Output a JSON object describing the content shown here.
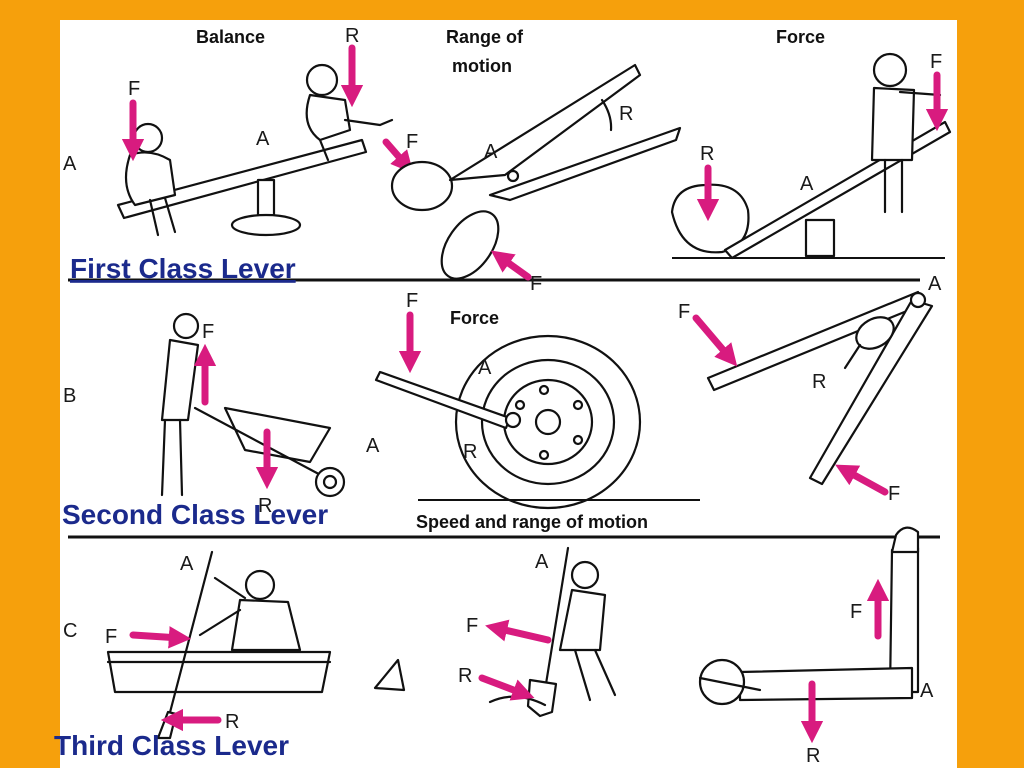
{
  "headers": {
    "balance": "Balance",
    "range_line1": "Range of",
    "range_line2": "motion",
    "force_top": "Force",
    "force_mid": "Force",
    "speed": "Speed and range of motion"
  },
  "row_letters": {
    "a": "A",
    "b": "B",
    "c": "C"
  },
  "class_titles": {
    "first": "First Class Lever",
    "second": "Second Class Lever",
    "third": "Third Class Lever"
  },
  "labels": {
    "F": "F",
    "R": "R",
    "A": "A"
  },
  "colors": {
    "background": "#f6a00c",
    "arrow": "#d81b7f",
    "title": "#1b2a8c"
  }
}
